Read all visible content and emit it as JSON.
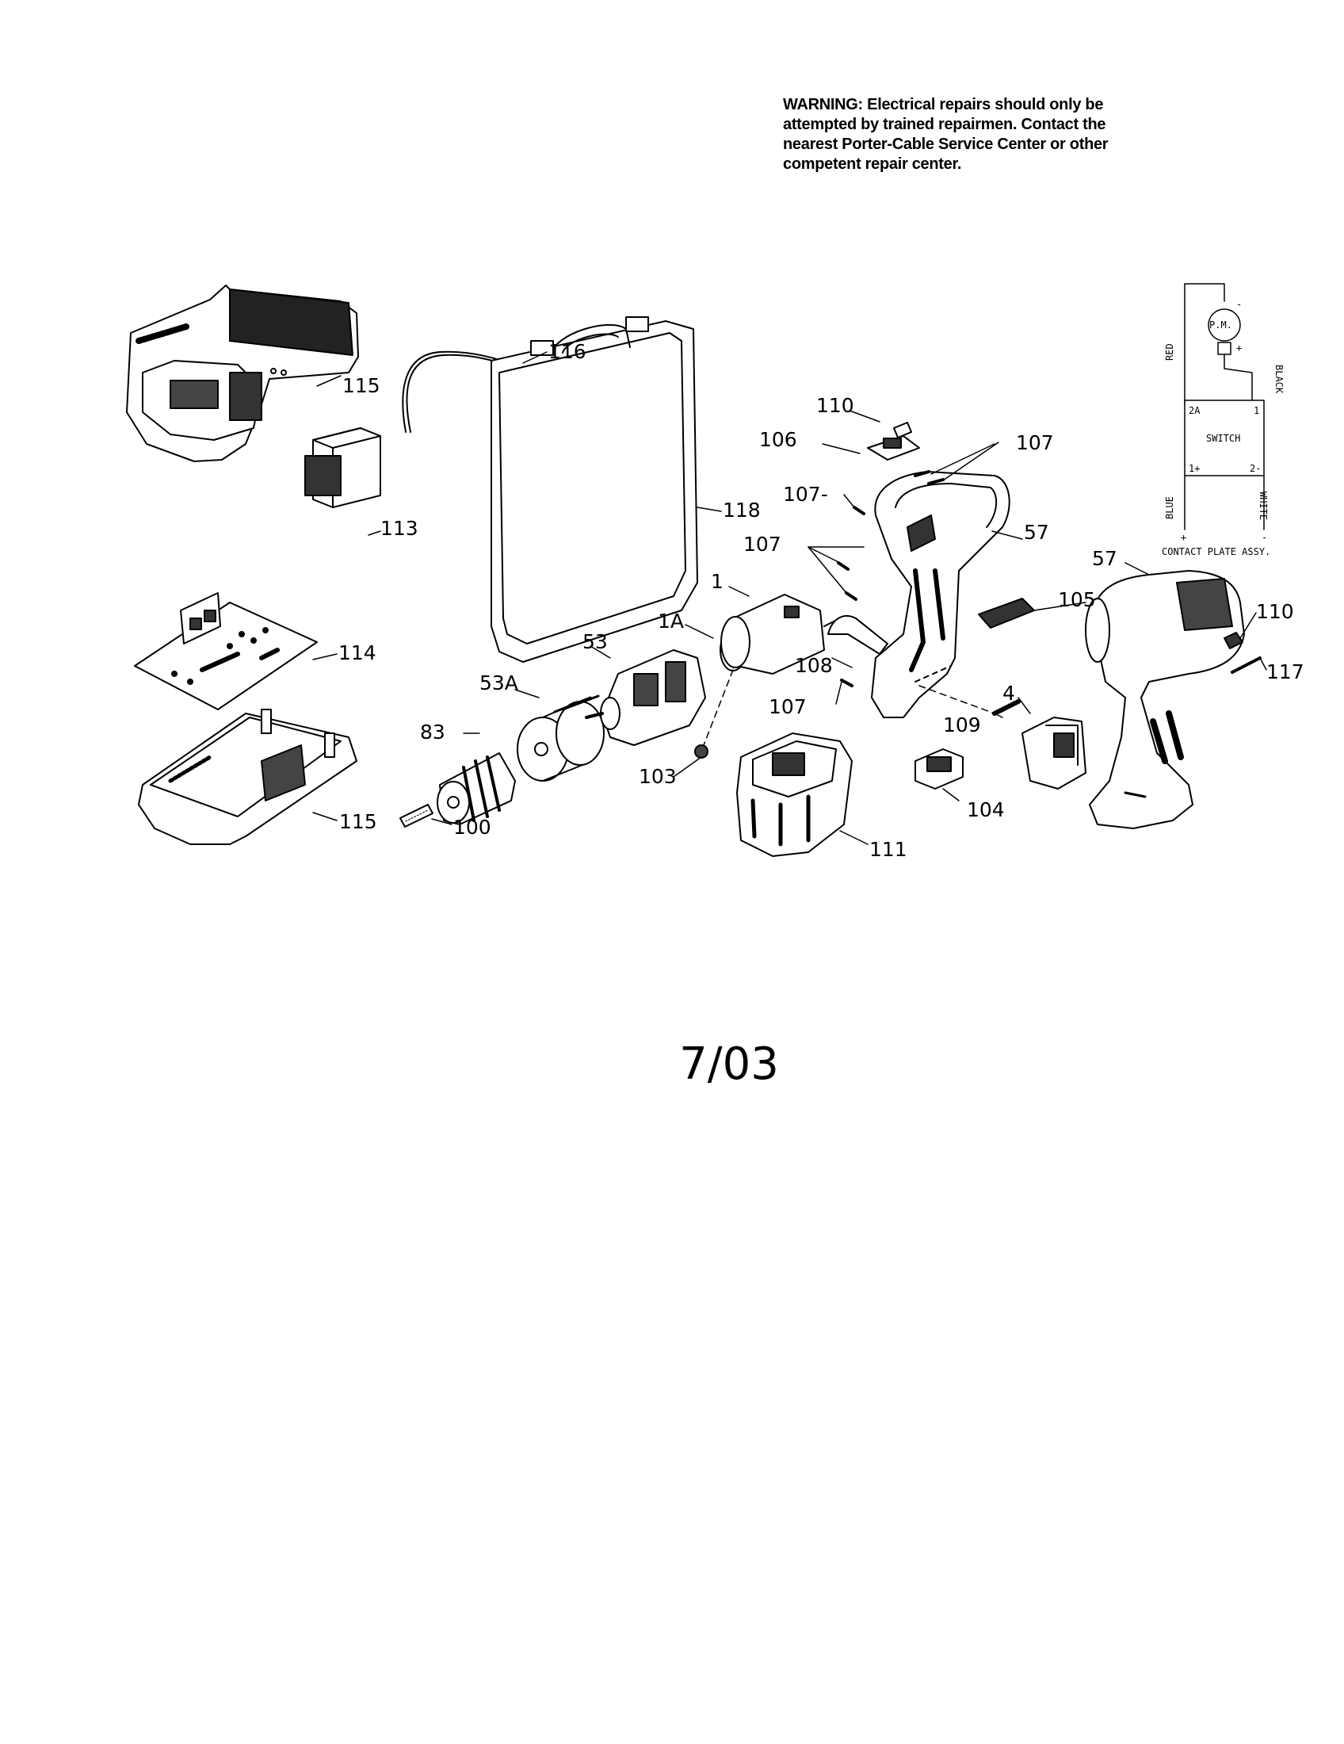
{
  "warning": {
    "lines": [
      "WARNING: Electrical repairs should only be",
      "attempted by trained repairmen. Contact the",
      "nearest Porter-Cable Service Center or other",
      "competent repair center."
    ]
  },
  "labels": {
    "p115a": "115",
    "p116": "116",
    "p113": "113",
    "p118": "118",
    "p114": "114",
    "p115b": "115",
    "p100": "100",
    "p83": "83",
    "p53a": "53A",
    "p53": "53",
    "p1a": "1A",
    "p1": "1",
    "p103": "103",
    "p111": "111",
    "p110a": "110",
    "p106": "106",
    "p107a": "107",
    "p107b": "107-",
    "p107c": "107",
    "p57a": "57",
    "p108": "108",
    "p107d": "107",
    "p105": "105",
    "p109": "109",
    "p4": "4",
    "p104": "104",
    "p57b": "57",
    "p110b": "110",
    "p117": "117"
  },
  "schematic": {
    "motor": "P.M.",
    "minus": "-",
    "plus": "+",
    "red": "RED",
    "black": "BLACK",
    "switch": "SWITCH",
    "t2a": "2A",
    "t1": "1",
    "t1plus": "1+",
    "t2minus": "2-",
    "blue": "BLUE",
    "white": "WHITE",
    "bplus": "+",
    "bminus": "-",
    "caption": "CONTACT PLATE ASSY."
  },
  "date": "7/03"
}
